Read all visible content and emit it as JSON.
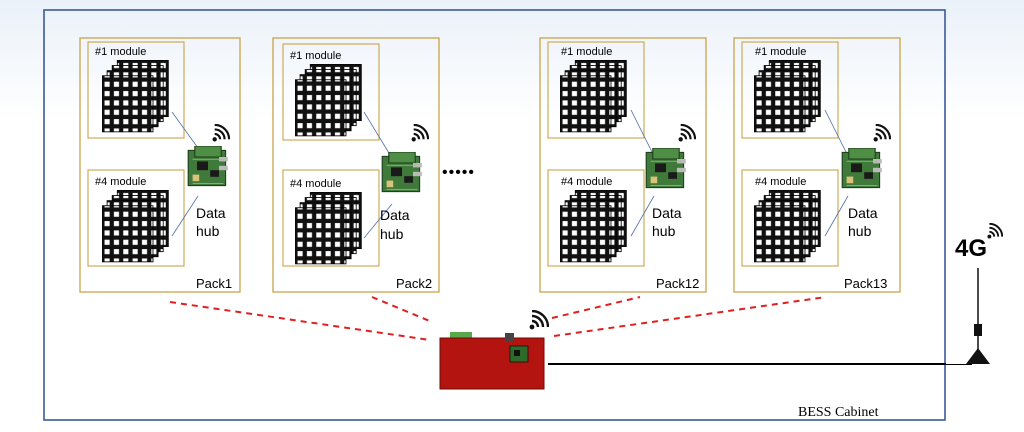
{
  "cabinet": {
    "label": "BESS Cabinet"
  },
  "packs": [
    {
      "name": "Pack1",
      "top_module": "#1 module",
      "bottom_module": "#4 module",
      "hub_line1": "Data",
      "hub_line2": "hub"
    },
    {
      "name": "Pack2",
      "top_module": "#1 module",
      "bottom_module": "#4 module",
      "hub_line1": "Data",
      "hub_line2": "hub"
    },
    {
      "name": "Pack12",
      "top_module": "#1 module",
      "bottom_module": "#4 module",
      "hub_line1": "Data",
      "hub_line2": "hub"
    },
    {
      "name": "Pack13",
      "top_module": "#1 module",
      "bottom_module": "#4 module",
      "hub_line1": "Data",
      "hub_line2": "hub"
    }
  ],
  "ellipsis": "•••••",
  "antenna": {
    "label": "4G"
  },
  "colors": {
    "cabinet_border": "#3a5a9c",
    "pack_border": "#c9a44a",
    "dashed_link": "#e02020",
    "controller": "#b3140f",
    "cell": "#1a1a1a",
    "pcb": "#3f7a3a"
  }
}
